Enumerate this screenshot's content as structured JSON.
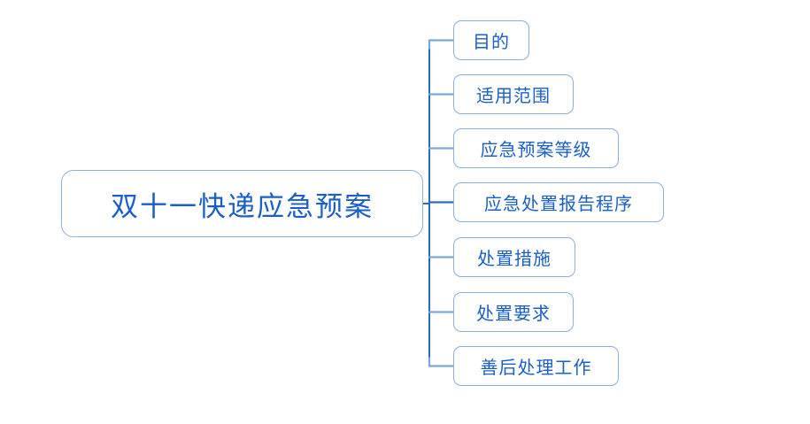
{
  "diagram": {
    "type": "mindmap",
    "orientation": "horizontal-right",
    "background_color": "#ffffff",
    "node_border_color": "#8aafe0",
    "node_text_color": "#1a5fc8",
    "connector_color": "#2a6ac0",
    "connector_branch_color": "#7ba7dd",
    "root": {
      "label": "双十一快递应急预案"
    },
    "children": [
      {
        "label": "目的"
      },
      {
        "label": "适用范围"
      },
      {
        "label": "应急预案等级"
      },
      {
        "label": "应急处置报告程序"
      },
      {
        "label": "处置措施"
      },
      {
        "label": "处置要求"
      },
      {
        "label": "善后处理工作"
      }
    ]
  }
}
